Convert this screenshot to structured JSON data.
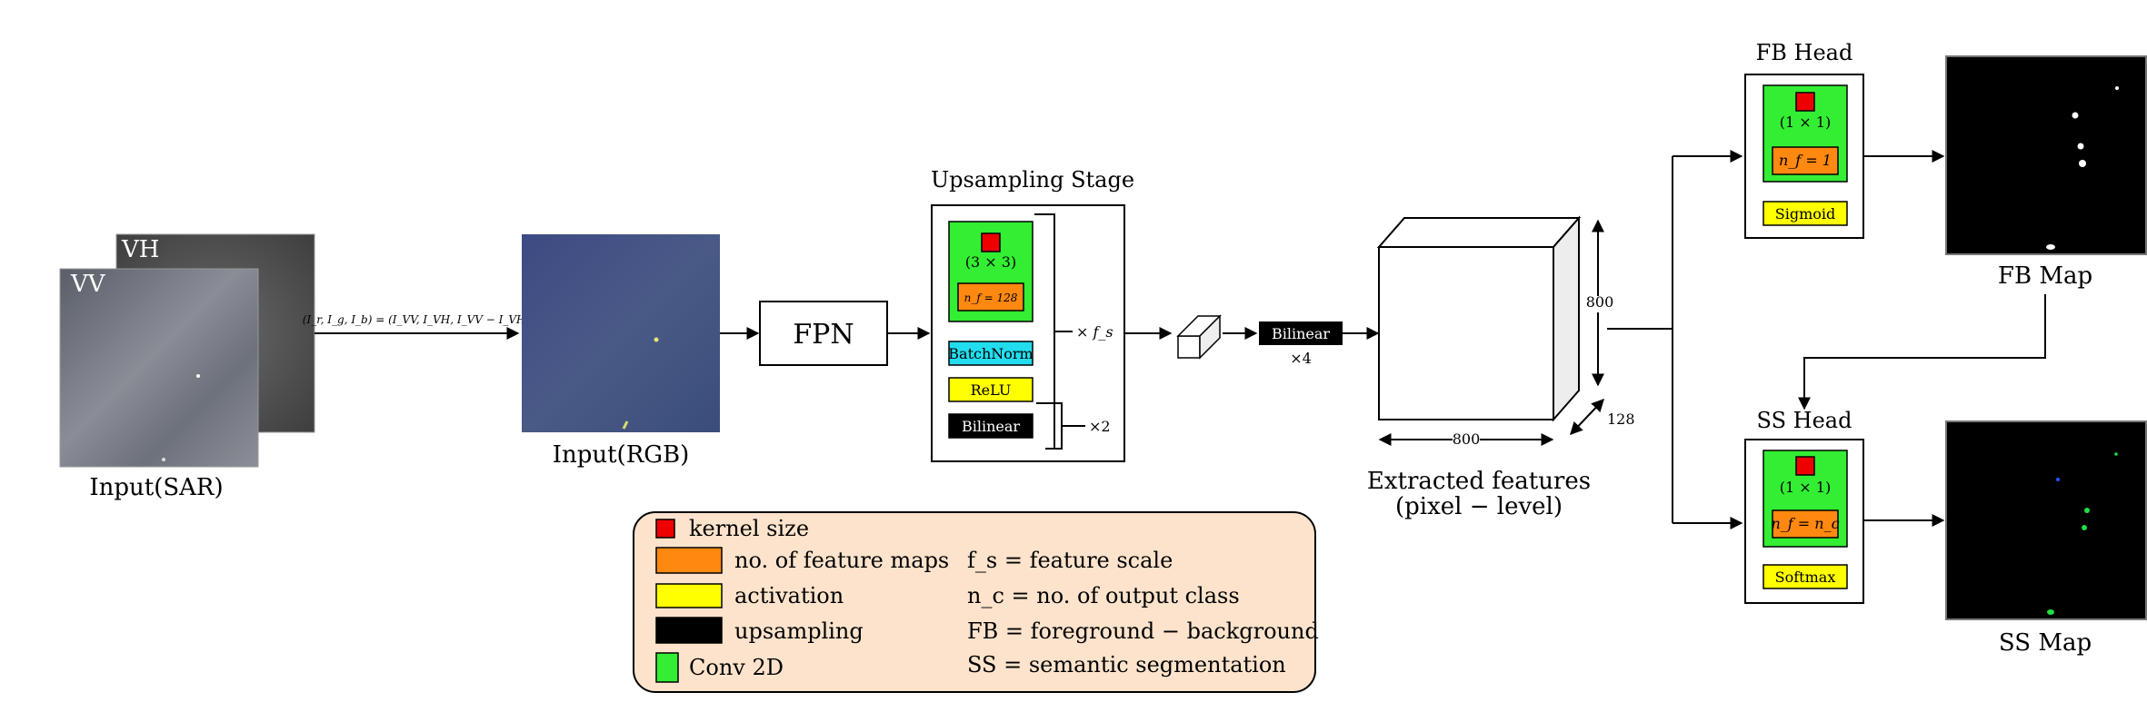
{
  "sar": {
    "vh_label": "VH",
    "vv_label": "VV",
    "caption": "Input(SAR)"
  },
  "rgb_formula": "(I_r, I_g, I_b) = (I_VV, I_VH, I_VV − I_VH)",
  "rgb_caption": "Input(RGB)",
  "fpn_label": "FPN",
  "upsampling": {
    "title": "Upsampling Stage",
    "kernel": "(3 × 3)",
    "nf": "n_f = 128",
    "batchnorm": "BatchNorm",
    "relu": "ReLU",
    "bilinear": "Bilinear",
    "repeat_fs": "× f_s",
    "repeat_2": "×2"
  },
  "post_bilinear": {
    "label": "Bilinear",
    "times": "×4"
  },
  "features": {
    "height": "800",
    "width": "800",
    "depth": "128",
    "caption_line1": "Extracted features",
    "caption_line2": "(pixel − level)"
  },
  "fb_head": {
    "title": "FB Head",
    "kernel": "(1 × 1)",
    "nf": "n_f = 1",
    "activation": "Sigmoid",
    "map_caption": "FB Map"
  },
  "ss_head": {
    "title": "SS Head",
    "kernel": "(1 × 1)",
    "nf": "n_f = n_c",
    "activation": "Softmax",
    "map_caption": "SS Map"
  },
  "legend": {
    "kernel_size": "kernel size",
    "feature_maps": "no. of feature maps",
    "activation": "activation",
    "upsampling": "upsampling",
    "conv2d": "Conv 2D",
    "fs_def": "f_s = feature scale",
    "nc_def": "n_c = no. of output class",
    "fb_def": "FB = foreground − background",
    "ss_def": "SS = semantic segmentation"
  },
  "colors": {
    "conv_green": "#33ee33",
    "kernel_red": "#ee0000",
    "feature_orange": "#ff8811",
    "activation_yellow": "#ffff00",
    "batchnorm_cyan": "#22ddee",
    "upsampling_black": "#000000",
    "legend_bg": "#fde3cc"
  }
}
